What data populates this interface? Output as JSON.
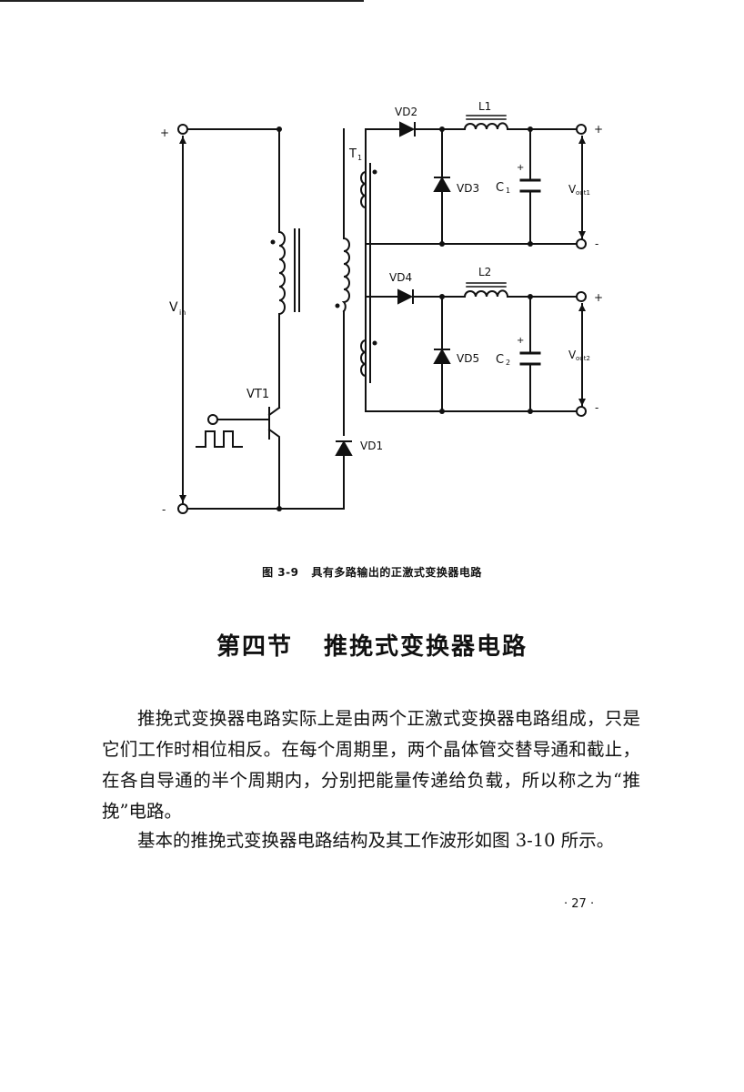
{
  "figure": {
    "labels": {
      "vin": "V",
      "vin_sub": "in",
      "vt1": "VT1",
      "vd1": "VD1",
      "t1": "T",
      "t1_sub": "1",
      "vd2": "VD2",
      "vd3": "VD3",
      "vd4": "VD4",
      "vd5": "VD5",
      "l1": "L1",
      "l2": "L2",
      "c1": "C",
      "c1_sub": "1",
      "c2": "C",
      "c2_sub": "2",
      "vout1": "V",
      "vout1_sub": "out1",
      "vout2": "V",
      "vout2_sub": "out2",
      "plus": "+",
      "minus": "-"
    },
    "caption_num": "图 3-9",
    "caption_text": "具有多路输出的正激式变换器电路"
  },
  "section": {
    "title_num": "第四节",
    "title_text": "推挽式变换器电路"
  },
  "paragraphs": [
    "推挽式变换器电路实际上是由两个正激式变换器电路组成，只是它们工作时相位相反。在每个周期里，两个晶体管交替导通和截止，在各自导通的半个周期内，分别把能量传递给负载，所以称之为“推挽”电路。",
    "基本的推挽式变换器电路结构及其工作波形如图 3-10 所示。"
  ],
  "page_number": "· 27 ·"
}
